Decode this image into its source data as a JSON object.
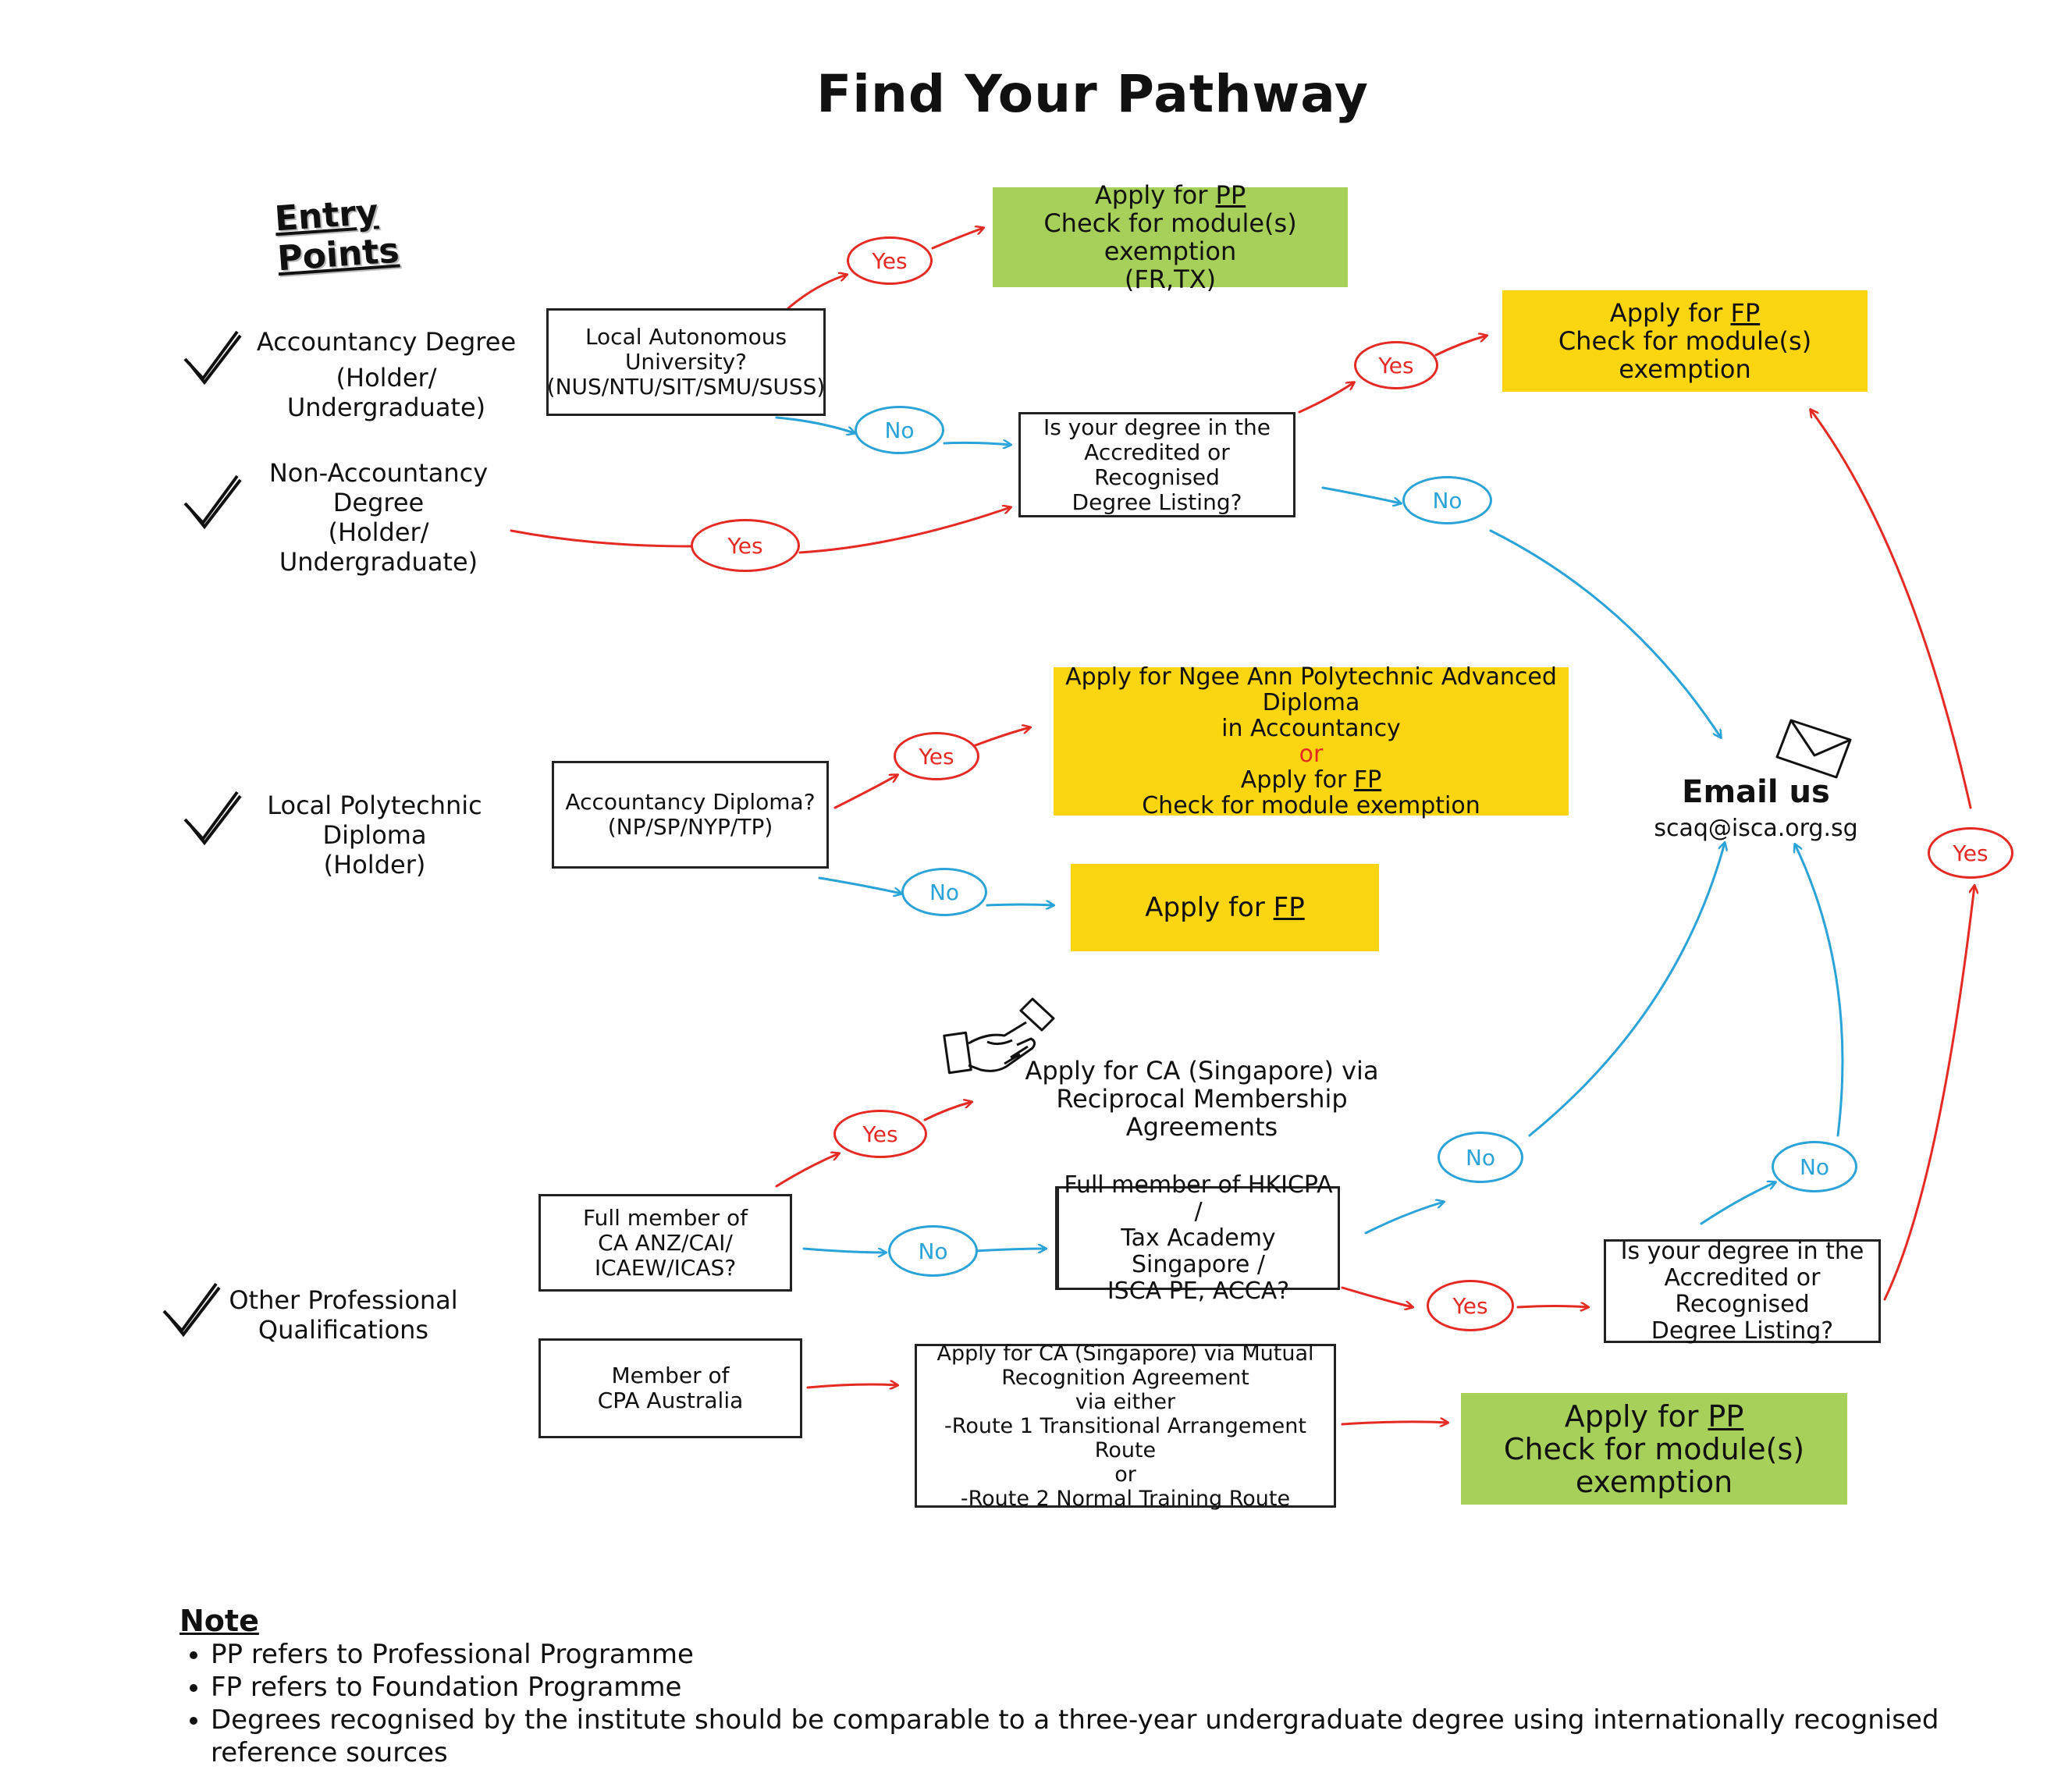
{
  "title": "Find Your Pathway",
  "entry_heading": "Entry Points",
  "entries": {
    "accountancy": [
      "Accountancy Degree",
      "(Holder/ Undergraduate)"
    ],
    "non_accountancy": [
      "Non-Accountancy Degree",
      "(Holder/ Undergraduate)"
    ],
    "polytechnic": [
      "Local Polytechnic",
      "Diploma",
      "(Holder)"
    ],
    "other": [
      "Other Professional",
      "Qualifications"
    ]
  },
  "questions": {
    "local_uni": [
      "Local Autonomous",
      "University?",
      "(NUS/NTU/SIT/SMU/SUSS)"
    ],
    "accredited_1": [
      "Is your degree in the",
      "Accredited or Recognised",
      "Degree Listing?"
    ],
    "acc_diploma": [
      "Accountancy Diploma?",
      "(NP/SP/NYP/TP)"
    ],
    "full_member_ca": [
      "Full member of",
      "CA ANZ/CAI/",
      "ICAEW/ICAS?"
    ],
    "full_member_hk": [
      "Full member of HKICPA /",
      "Tax Academy Singapore /",
      "ISCA PE,  ACCA?"
    ],
    "accredited_2": [
      "Is your degree in the",
      "Accredited or Recognised",
      "Degree Listing?"
    ],
    "cpa_aus": [
      "Member of",
      "CPA Australia"
    ],
    "mra": [
      "Apply for CA (Singapore) via Mutual",
      "Recognition Agreement",
      "via either",
      "-Route 1 Transitional Arrangement Route",
      "or",
      "-Route 2 Normal Training Route"
    ]
  },
  "outcomes": {
    "pp_top": {
      "line1_prefix": "Apply for ",
      "line1_link": "PP",
      "line2": "Check for module(s) exemption",
      "line3": "(FR,TX)"
    },
    "fp_top": {
      "line1_prefix": "Apply for ",
      "line1_link": "FP",
      "line2": "Check for module(s) exemption"
    },
    "ngee_ann": {
      "line1": "Apply for Ngee Ann Polytechnic Advanced Diploma",
      "line2": "in Accountancy",
      "or": "or",
      "line3_prefix": "Apply for ",
      "line3_link": "FP",
      "line4": "Check for module exemption"
    },
    "fp_poly": {
      "prefix": "Apply for ",
      "link": "FP"
    },
    "ca_reciprocal": [
      "Apply for CA (Singapore) via",
      "Reciprocal Membership Agreements"
    ],
    "pp_bottom": {
      "line1_prefix": "Apply for ",
      "line1_link": "PP",
      "line2": "Check for module(s)",
      "line3": "exemption"
    }
  },
  "labels": {
    "yes": "Yes",
    "no": "No"
  },
  "email": {
    "title": "Email us",
    "address": "scaq@isca.org.sg"
  },
  "note": {
    "title": "Note",
    "items": [
      "PP refers to Professional Programme",
      "FP refers to Foundation Programme",
      "Degrees recognised by the institute should be comparable to a three-year undergraduate degree using internationally recognised reference sources"
    ]
  },
  "colors": {
    "yes": "#e52a24",
    "no": "#2aa3d8",
    "green": "#a6d05a",
    "yellow": "#fbd50f"
  },
  "icons": [
    "check-icon",
    "envelope-icon",
    "handshake-icon"
  ]
}
